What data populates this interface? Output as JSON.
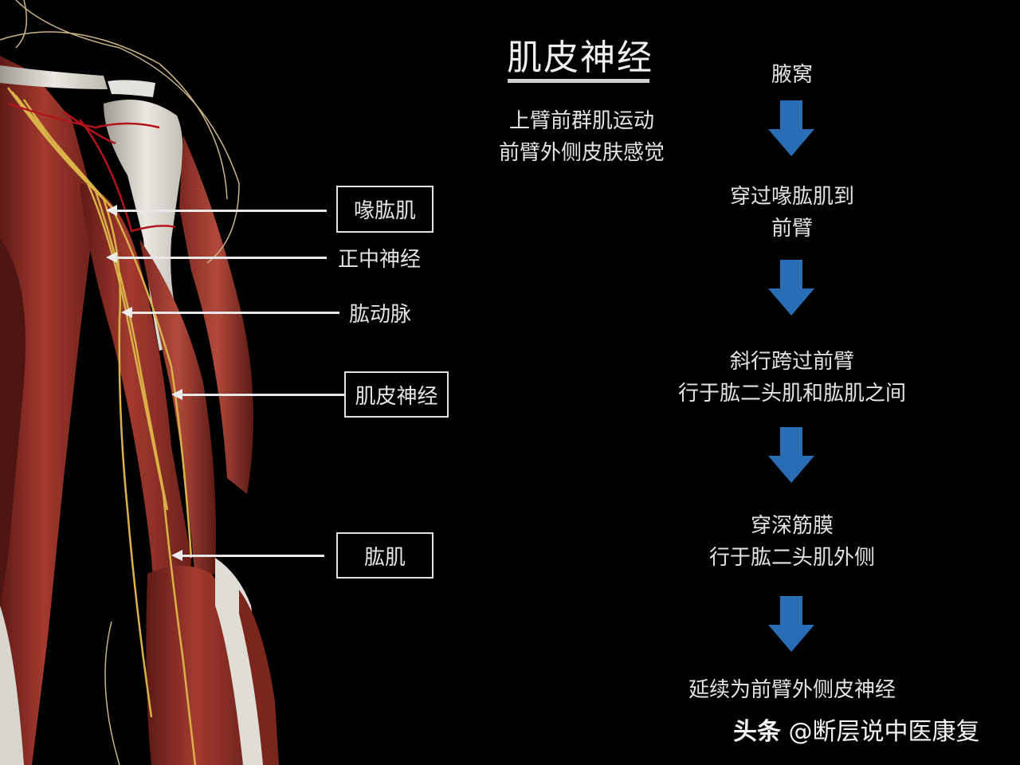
{
  "title": "肌皮神经",
  "summary": {
    "lines": [
      "上臂前群肌运动",
      "前臂外侧皮肤感觉"
    ]
  },
  "flow": {
    "arrow_color": "#2a6db5",
    "steps": [
      {
        "lines": [
          "腋窝"
        ]
      },
      {
        "lines": [
          "穿过喙肱肌到",
          "前臂"
        ]
      },
      {
        "lines": [
          "斜行跨过前臂",
          "行于肱二头肌和肱肌之间"
        ]
      },
      {
        "lines": [
          "穿深筋膜",
          "行于肱二头肌外侧"
        ]
      },
      {
        "lines": [
          "延续为前臂外侧皮神经"
        ]
      }
    ]
  },
  "labels": [
    {
      "text": "喙肱肌",
      "boxed": true
    },
    {
      "text": "正中神经",
      "boxed": false
    },
    {
      "text": "肱动脉",
      "boxed": false
    },
    {
      "text": "肌皮神经",
      "boxed": true
    },
    {
      "text": "肱肌",
      "boxed": true
    }
  ],
  "illustration": {
    "subject": "arm-anatomy-muscles-nerves",
    "colors": {
      "muscle": "#8e2f26",
      "bone": "#d9d6cf",
      "nerve": "#d9b24a",
      "artery": "#b3141c"
    }
  },
  "watermark": {
    "brand": "头条",
    "handle": "@断层说中医康复"
  }
}
